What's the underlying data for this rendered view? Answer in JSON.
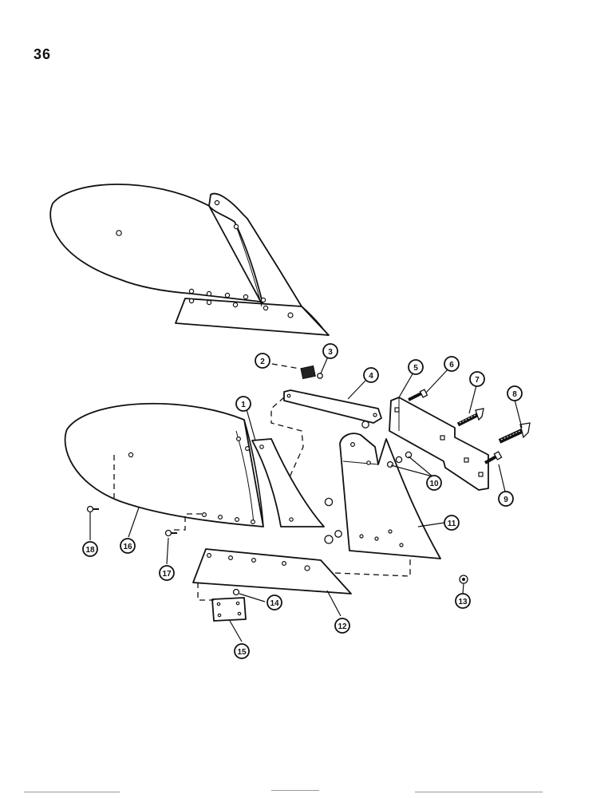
{
  "page": {
    "number": "36"
  },
  "callouts": [
    {
      "label": "1"
    },
    {
      "label": "2"
    },
    {
      "label": "3"
    },
    {
      "label": "4"
    },
    {
      "label": "5"
    },
    {
      "label": "6"
    },
    {
      "label": "7"
    },
    {
      "label": "8"
    },
    {
      "label": "9"
    },
    {
      "label": "10"
    },
    {
      "label": "11"
    },
    {
      "label": "12"
    },
    {
      "label": "13"
    },
    {
      "label": "14"
    },
    {
      "label": "15"
    },
    {
      "label": "16"
    },
    {
      "label": "17"
    },
    {
      "label": "18"
    }
  ]
}
